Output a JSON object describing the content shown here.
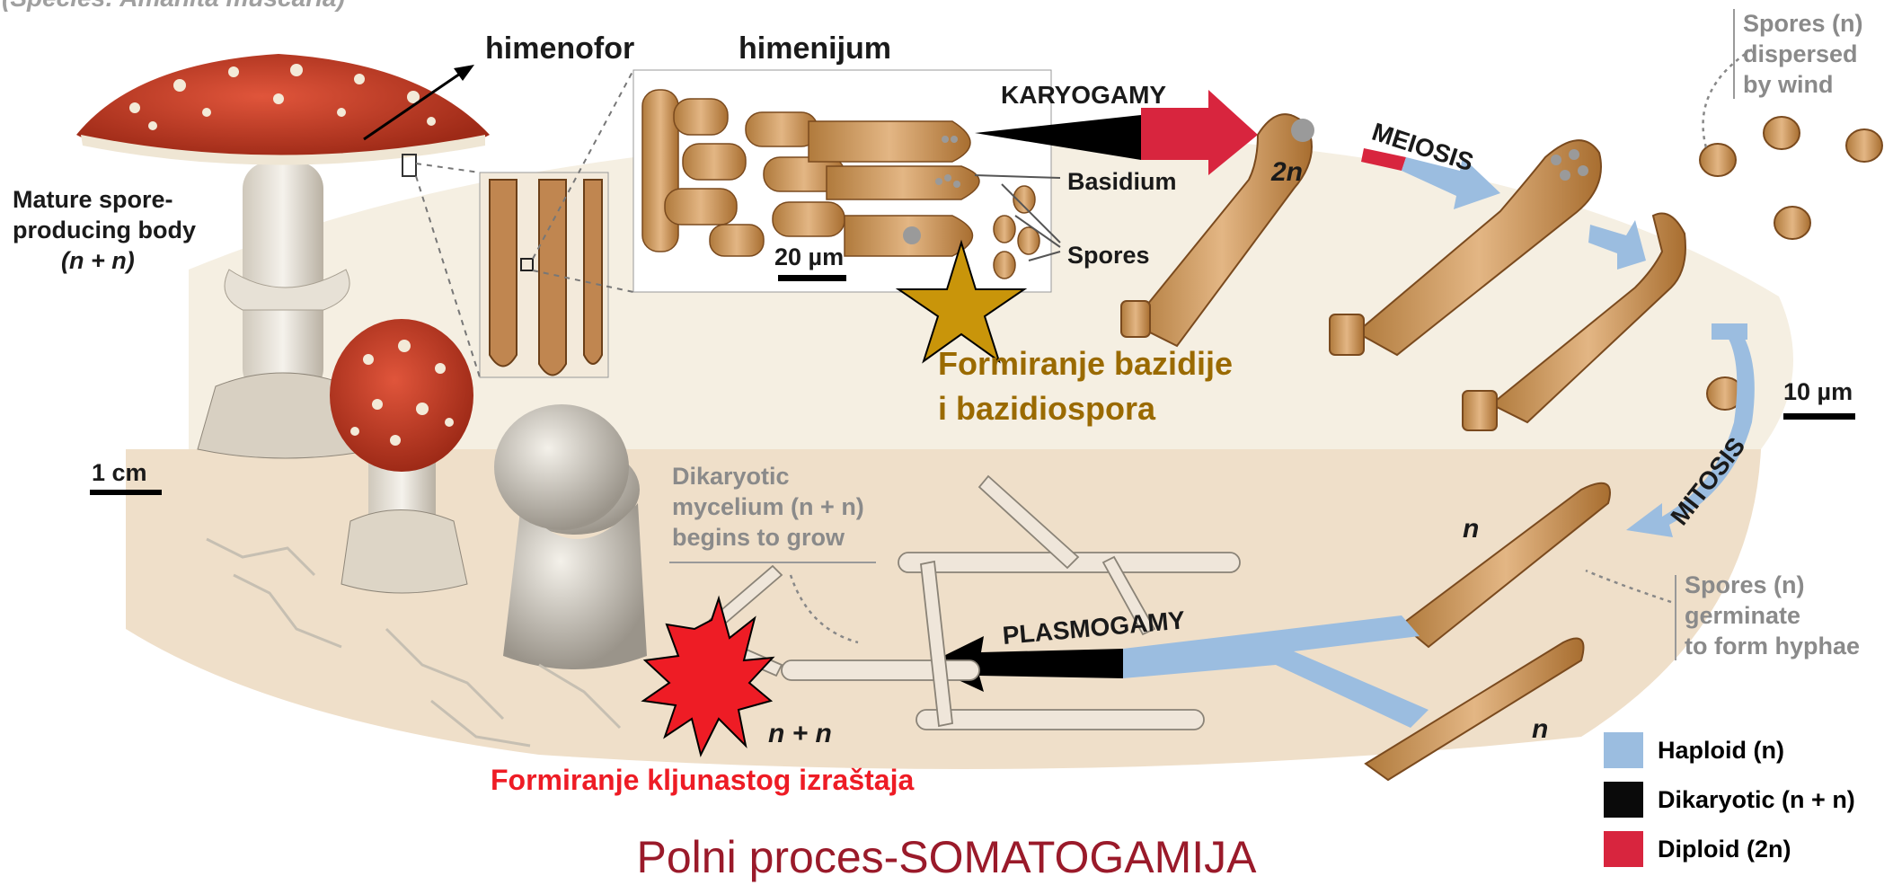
{
  "header": {
    "species": "(Species: Amanita muscaria)"
  },
  "labels": {
    "himenofor": "himenofor",
    "himenijum": "himenijum",
    "mature_body_1": "Mature spore-",
    "mature_body_2": "producing body",
    "mature_body_3": "(n + n)",
    "scale_1cm": "1 cm",
    "scale_20um": "20 µm",
    "scale_10um": "10 µm",
    "karyogamy": "KARYOGAMY",
    "meiosis": "MEIOSIS",
    "mitosis": "MITOSIS",
    "plasmogamy": "PLASMOGAMY",
    "basidium": "Basidium",
    "spores": "Spores",
    "two_n": "2n",
    "n1": "n",
    "n2": "n",
    "nn": "n + n",
    "dispersed_1": "Spores (n)",
    "dispersed_2": "dispersed",
    "dispersed_3": "by wind",
    "germinate_1": "Spores (n)",
    "germinate_2": "germinate",
    "germinate_3": "to form hyphae",
    "dikaryotic_1": "Dikaryotic",
    "dikaryotic_2": "mycelium (n + n)",
    "dikaryotic_3": "begins to grow",
    "bazidija_1": "Formiranje bazidije",
    "bazidija_2": "i bazidiospora",
    "kljunast": "Formiranje kljunastog izraštaja"
  },
  "legend": [
    {
      "label": "Haploid (n)",
      "color": "#9bbde0"
    },
    {
      "label": "Dikaryotic (n + n)",
      "color": "#0a0a0a"
    },
    {
      "label": "Diploid (2n)",
      "color": "#d8253e"
    }
  ],
  "caption": "Polni proces-SOMATOGAMIJA",
  "colors": {
    "haploid": "#9bbde0",
    "dikaryotic": "#0a0a0a",
    "diploid": "#d8253e",
    "gold": "#9a6a00",
    "red_label": "#ee1c25",
    "caption": "#9a1a2a",
    "cap_red": "#c8321e",
    "hyphae": "#cfa57a"
  },
  "icons": {
    "star": "star-icon",
    "burst": "burst-icon"
  }
}
